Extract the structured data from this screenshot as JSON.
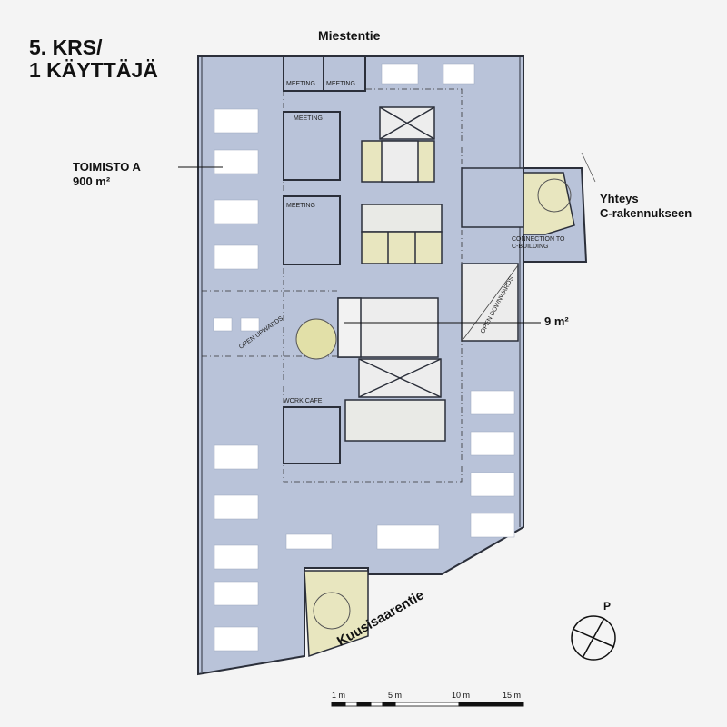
{
  "title": {
    "line1": "5. KRS/",
    "line2": "1 KÄYTTÄJÄ"
  },
  "streets": {
    "north": "Miestentie",
    "south": "Kuusisaarentie"
  },
  "callouts": {
    "office_name": "TOIMISTO A",
    "office_area": "900 m²",
    "small_area": "9 m²",
    "connection_fi_line1": "Yhteys",
    "connection_fi_line2": "C-rakennukseen"
  },
  "room_labels": {
    "meeting": "MEETING",
    "work_cafe": "WORK CAFE",
    "connection_line1": "CONNECTION TO",
    "connection_line2": "C-BUILDING",
    "open_upwards": "OPEN UPWARDS",
    "open_downwards": "OPEN DOWNWARDS"
  },
  "scale_bar": {
    "labels": [
      "1 m",
      "5 m",
      "10 m",
      "15 m"
    ]
  },
  "north_arrow": {
    "label": "P"
  },
  "colors": {
    "floor": "#b9c3d9",
    "core": "#e9eae6",
    "stair": "#e8e6bf",
    "wall": "#2b2f3a",
    "background": "#f4f4f4"
  }
}
